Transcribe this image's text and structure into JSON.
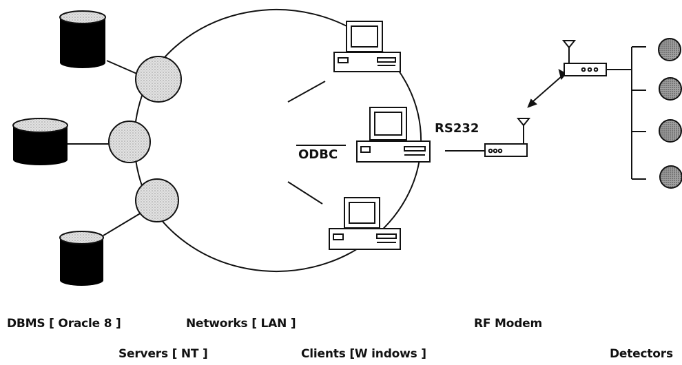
{
  "diagram": {
    "labels": {
      "odbc": "ODBC",
      "rs232": "RS232"
    },
    "captions": {
      "dbms": "DBMS [ Oracle 8 ]",
      "networks": "Networks [ LAN ]",
      "rf_modem": "RF Modem",
      "servers": "Servers [ NT ]",
      "clients": "Clients [W indows ]",
      "detectors": "Detectors"
    },
    "colors": {
      "ink": "#111111",
      "node_fill": "#d9d9d9",
      "detector_fill": "#8f8f8f"
    }
  }
}
